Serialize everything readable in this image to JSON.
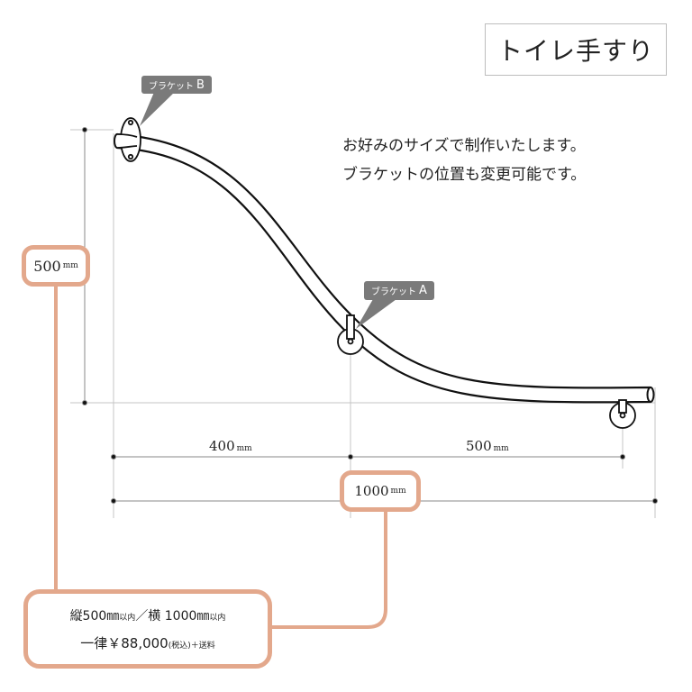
{
  "title": "トイレ手すり",
  "description": [
    "お好みのサイズで制作いたします。",
    "ブラケットの位置も変更可能です。"
  ],
  "brackets": {
    "b": {
      "label": "ブラケット",
      "letter": "B"
    },
    "a": {
      "label": "ブラケット",
      "letter": "A"
    }
  },
  "dimensions": {
    "height": {
      "value": "500",
      "unit": "mm"
    },
    "left_width": {
      "value": "400",
      "unit": "mm"
    },
    "right_width": {
      "value": "500",
      "unit": "mm"
    },
    "total_width": {
      "value": "1000",
      "unit": "mm"
    }
  },
  "price_box": {
    "line1_main": "縦500㎜",
    "line1_small": "以内",
    "line1_sep": "／横 1000㎜",
    "line1_small2": "以内",
    "line2_main": "一律￥88,000",
    "line2_small": "(税込)＋送料"
  },
  "colors": {
    "accent": "#e3a88c",
    "callout": "#7a7a7a",
    "line": "#111111",
    "guide": "#bdbdbd"
  }
}
